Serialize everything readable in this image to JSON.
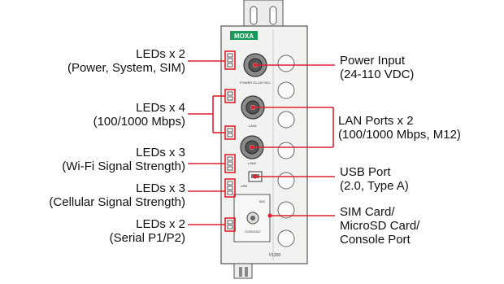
{
  "left_labels": [
    {
      "line1": "LEDs x 2",
      "line2": "(Power, System, SIM)"
    },
    {
      "line1": "LEDs x 4",
      "line2": "(100/1000 Mbps)"
    },
    {
      "line1": "LEDs x 3",
      "line2": "(Wi-Fi Signal Strength)"
    },
    {
      "line1": "LEDs x 3",
      "line2": "(Cellular Signal Strength)"
    },
    {
      "line1": "LEDs x 2",
      "line2": "(Serial P1/P2)"
    }
  ],
  "right_labels": [
    {
      "lines": [
        "Power Input",
        "(24-110 VDC)"
      ]
    },
    {
      "lines": [
        "LAN Ports x 2",
        "(100/1000 Mbps, M12)"
      ]
    },
    {
      "lines": [
        "USB Port",
        "(2.0, Type A)"
      ]
    },
    {
      "lines": [
        "SIM Card/",
        "MicroSD Card/",
        "Console Port"
      ]
    }
  ],
  "device": {
    "brand": "MOXA",
    "model": "V1200",
    "power_label": "POWER 24-110 VDC",
    "lan1_label": "LAN1",
    "lan2_label": "LAN2",
    "usb_label": "USB",
    "console_label": "CONSOLE",
    "sim_label": "SIM",
    "colors": {
      "callout": "#e0202e",
      "brand_green": "#1a9a5a",
      "body": "#f2f2f0",
      "outline": "#555555"
    }
  }
}
